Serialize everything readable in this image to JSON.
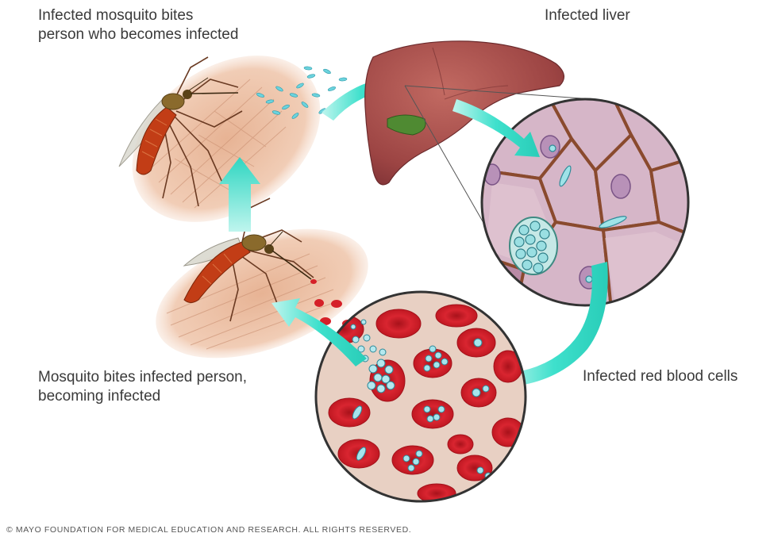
{
  "labels": {
    "mosquito_bites_person": {
      "line1": "Infected mosquito bites",
      "line2": "person who becomes infected"
    },
    "infected_liver": "Infected liver",
    "infected_red_blood_cells": "Infected red blood cells",
    "mosquito_bites_infected_person": {
      "line1": "Mosquito bites infected person,",
      "line2": "becoming infected"
    }
  },
  "copyright": "© MAYO FOUNDATION FOR MEDICAL EDUCATION AND RESEARCH. ALL RIGHTS RESERVED.",
  "colors": {
    "arrow": "#3ee0cc",
    "liver": "#a04a48",
    "liver_cell_bg": "#c99bb0",
    "blood_bg": "#e8d2c6",
    "red_blood_cell": "#d8202a",
    "parasite": "#7fd3dc",
    "skin": "#e9b99a",
    "mosquito_body": "#b83a12"
  }
}
